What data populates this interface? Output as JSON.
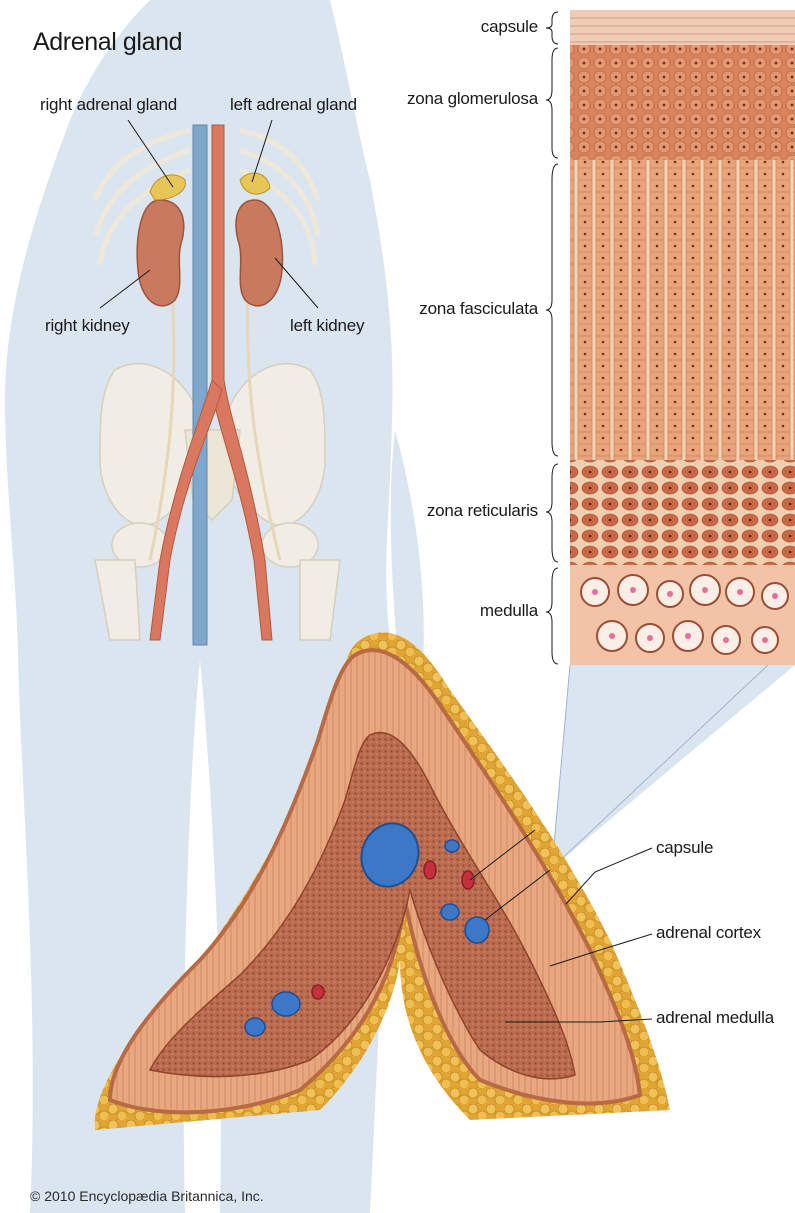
{
  "title": "Adrenal gland",
  "body_labels": {
    "right_adrenal_gland": "right adrenal gland",
    "left_adrenal_gland": "left adrenal gland",
    "right_kidney": "right kidney",
    "left_kidney": "left kidney"
  },
  "layer_labels": {
    "capsule": "capsule",
    "zona_glomerulosa": "zona glomerulosa",
    "zona_fasciculata": "zona fasciculata",
    "zona_reticularis": "zona reticularis",
    "medulla": "medulla"
  },
  "section_labels": {
    "capsule": "capsule",
    "adrenal_cortex": "adrenal cortex",
    "adrenal_medulla": "adrenal medulla"
  },
  "copyright": "© 2010 Encyclopædia Britannica, Inc.",
  "colors": {
    "silhouette": "#dbe5f0",
    "cortex": "#e8a77f",
    "capsule_edge": "#b86a45",
    "fat": "#e7b341",
    "medulla": "#a9553c",
    "vein": "#3d78c8",
    "artery": "#c4303b",
    "kidney": "#c97a5e",
    "bone": "#f1ede4"
  }
}
